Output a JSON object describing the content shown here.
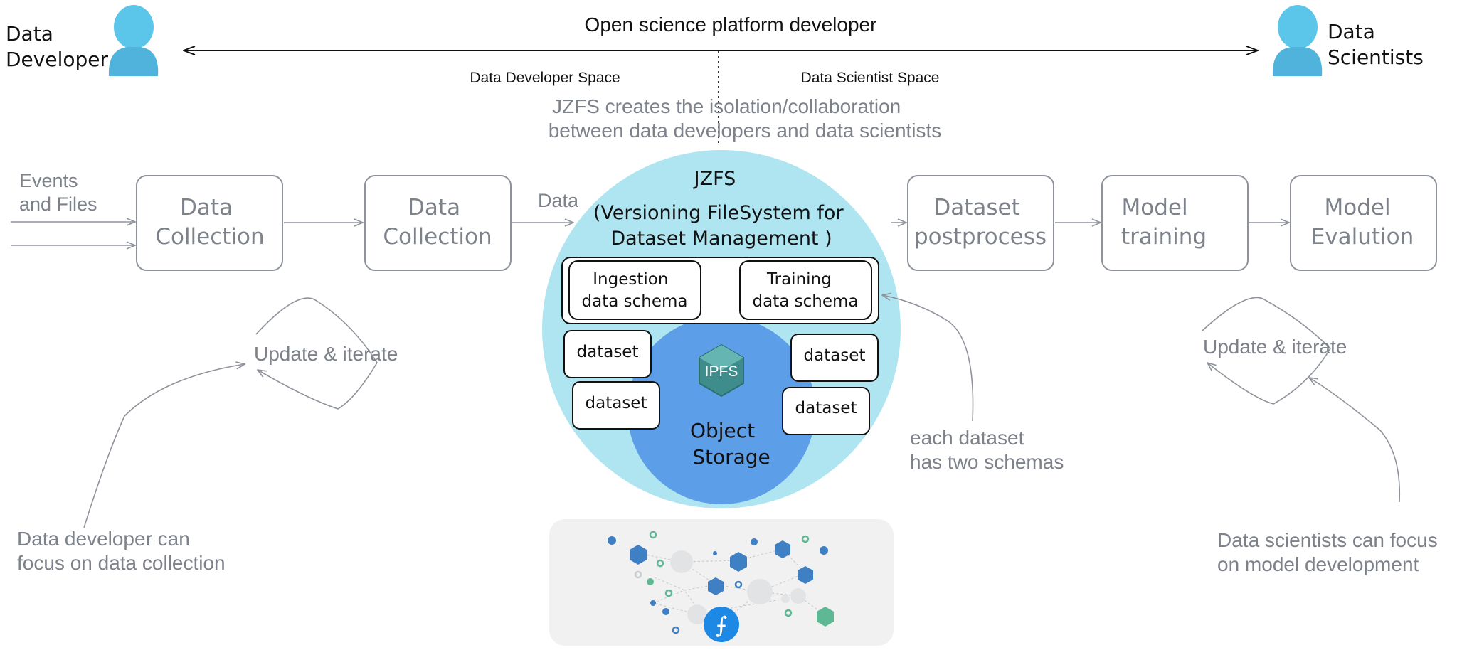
{
  "header": {
    "title": "Open science platform developer",
    "left_space": "Data Developer Space",
    "right_space": "Data Scientist Space"
  },
  "actors": {
    "left": [
      "Data",
      "Developer"
    ],
    "right": [
      "Data",
      "Scientists"
    ]
  },
  "isolation_note": [
    "JZFS creates the isolation/collaboration",
    "between data developers and data scientists"
  ],
  "inputs": [
    "Events",
    "and Files"
  ],
  "data_label": "Data",
  "pipeline": {
    "left_boxes": [
      [
        "Data",
        "Collection"
      ],
      [
        "Data",
        "Collection"
      ]
    ],
    "right_boxes": [
      [
        "Dataset",
        "postprocess"
      ],
      [
        "Model",
        "training"
      ],
      [
        "Model",
        "Evalution"
      ]
    ]
  },
  "jzfs": {
    "title": "JZFS",
    "subtitle": [
      "(Versioning FileSystem for",
      "Dataset Management )"
    ],
    "schemas": [
      [
        "Ingestion",
        "data schema"
      ],
      [
        "Training",
        "data schema"
      ]
    ],
    "datasets": [
      "dataset",
      "dataset",
      "dataset",
      "dataset"
    ],
    "ipfs_label": "IPFS",
    "object_storage": [
      "Object",
      "Storage"
    ]
  },
  "loops": {
    "left": "Update & iterate",
    "right": "Update & iterate"
  },
  "notes": {
    "schema_note": [
      "each dataset",
      "has two schemas"
    ],
    "developer_note": [
      "Data developer can",
      "focus on data collection"
    ],
    "scientist_note": [
      "Data scientists can focus",
      "on model development"
    ]
  },
  "filecoin_glyph": "⨍",
  "colors": {
    "jzfs_outer": "#aee5f0",
    "object_storage": "#5c9ee8",
    "person": "#5bc6ea",
    "text_grey": "#7c818a",
    "box_border": "#8e939b"
  },
  "icons": [
    "person-icon",
    "ipfs-icon",
    "filecoin-network-icon"
  ]
}
